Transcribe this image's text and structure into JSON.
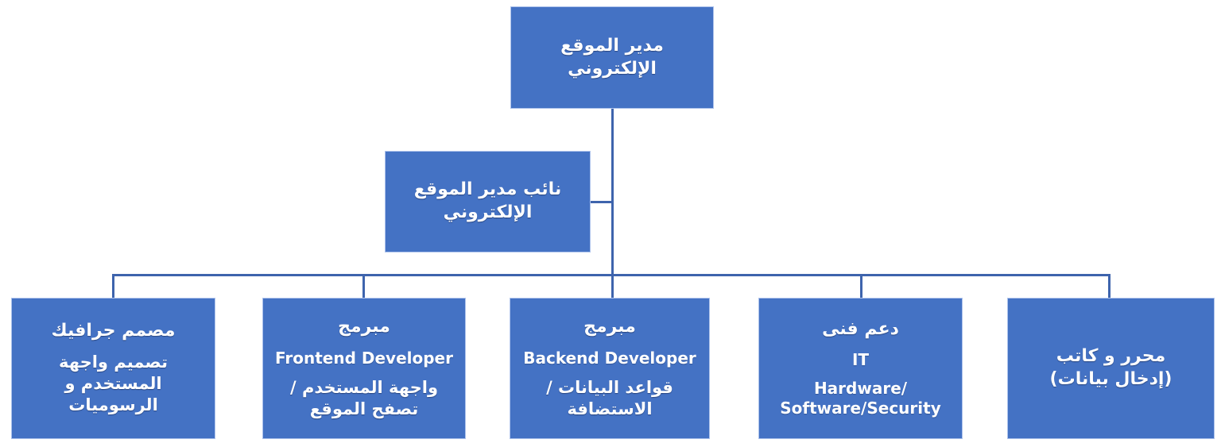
{
  "colors": {
    "node_fill": "#4472C4",
    "connector": "#3E64AD",
    "text": "#FFFFFF"
  },
  "chart": {
    "root": {
      "title": "مدير الموقع الإلكتروني"
    },
    "deputy": {
      "title": "نائب مدير الموقع الإلكتروني"
    },
    "children": [
      {
        "lines": [
          "مصمم جرافيك",
          "تصميم واجهة المستخدم و الرسوميات"
        ]
      },
      {
        "lines": [
          "مبرمج",
          "Frontend Developer",
          "واجهة المستخدم / تصفح الموقع"
        ]
      },
      {
        "lines": [
          "مبرمج",
          "Backend Developer",
          "قواعد البيانات / الاستضافة"
        ]
      },
      {
        "lines": [
          "دعم فنى",
          "IT",
          "Hardware/",
          "Software/Security"
        ]
      },
      {
        "lines": [
          "محرر و كاتب (إدخال بيانات)"
        ]
      }
    ]
  }
}
